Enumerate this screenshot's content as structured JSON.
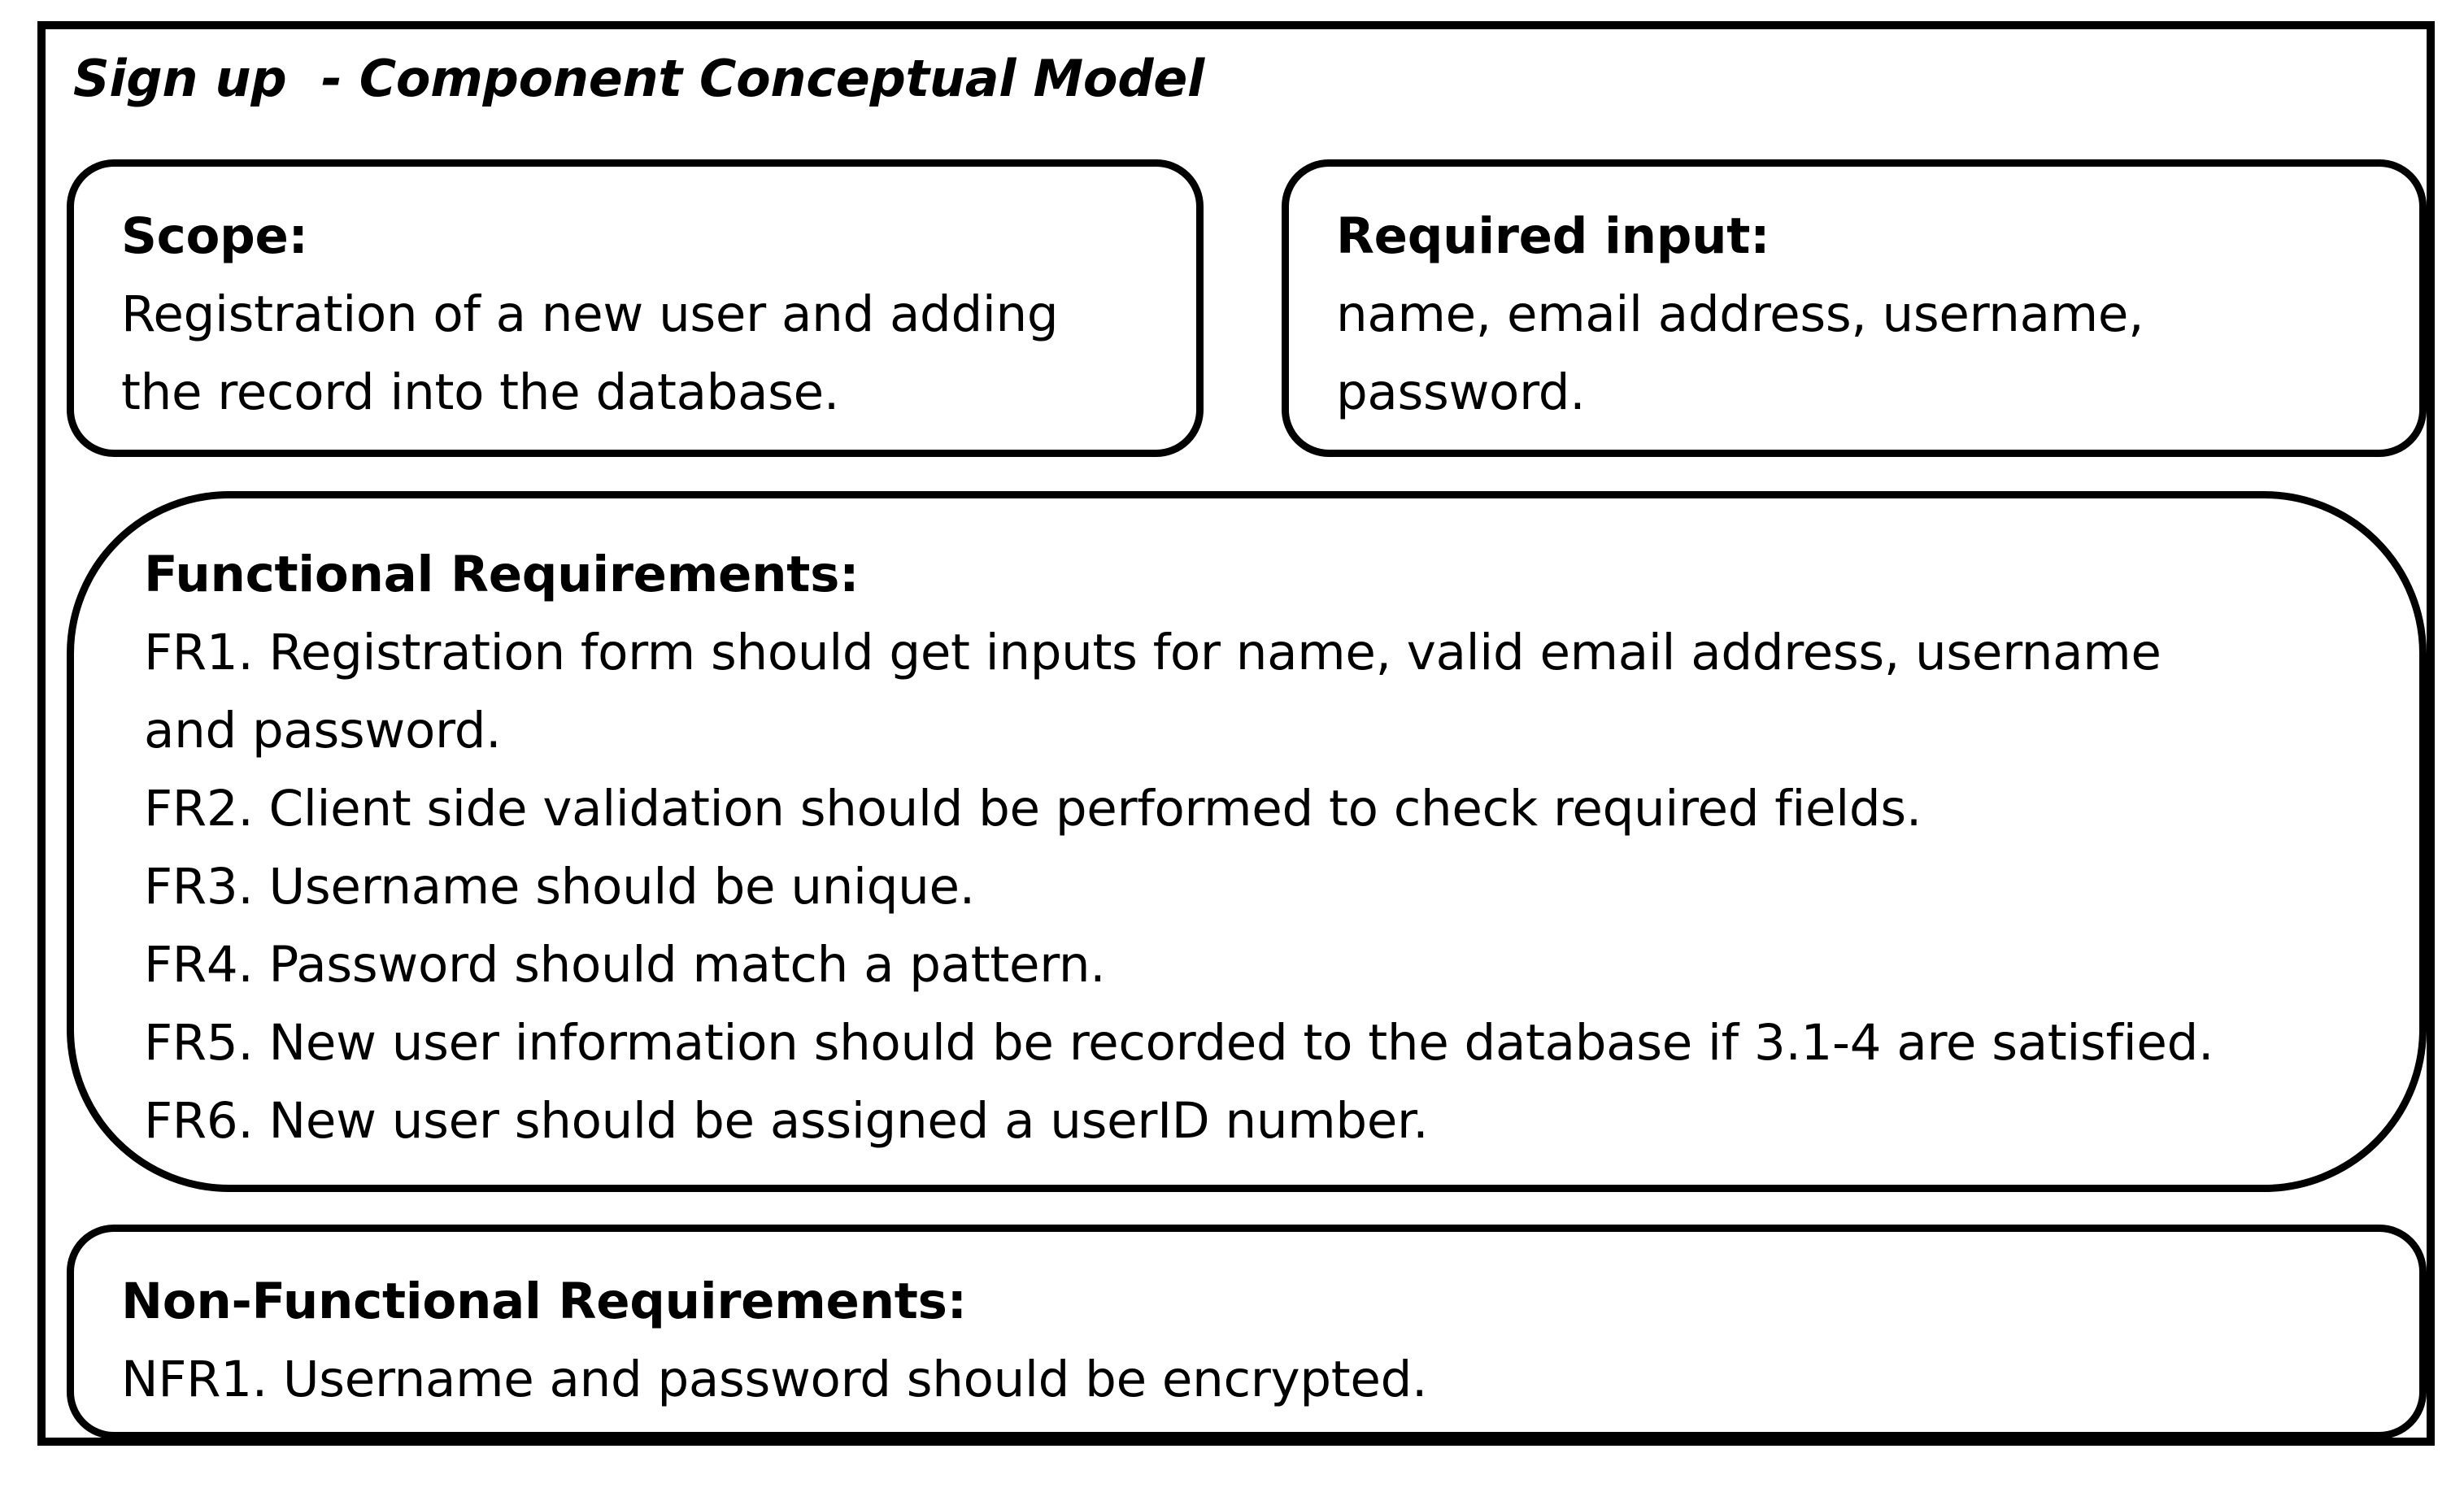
{
  "title": "Sign up  - Component Conceptual Model",
  "scope": {
    "heading": "Scope:",
    "lines": [
      "Registration of a new user and adding",
      "the record into the database."
    ]
  },
  "required_input": {
    "heading": "Required input:",
    "lines": [
      "name, email address, username,",
      "password."
    ]
  },
  "functional_requirements": {
    "heading": "Functional Requirements:",
    "lines": [
      "FR1. Registration form should get inputs for name, valid email address, username",
      "and password.",
      "FR2. Client side validation should be performed to check required fields.",
      "FR3. Username should be unique.",
      "FR4. Password should match a pattern.",
      "FR5. New user information should be recorded to the database if 3.1-4 are satisfied.",
      "FR6. New user should be assigned a userID number."
    ]
  },
  "non_functional_requirements": {
    "heading": "Non-Functional Requirements:",
    "lines": [
      "NFR1. Username and password should be encrypted."
    ]
  }
}
